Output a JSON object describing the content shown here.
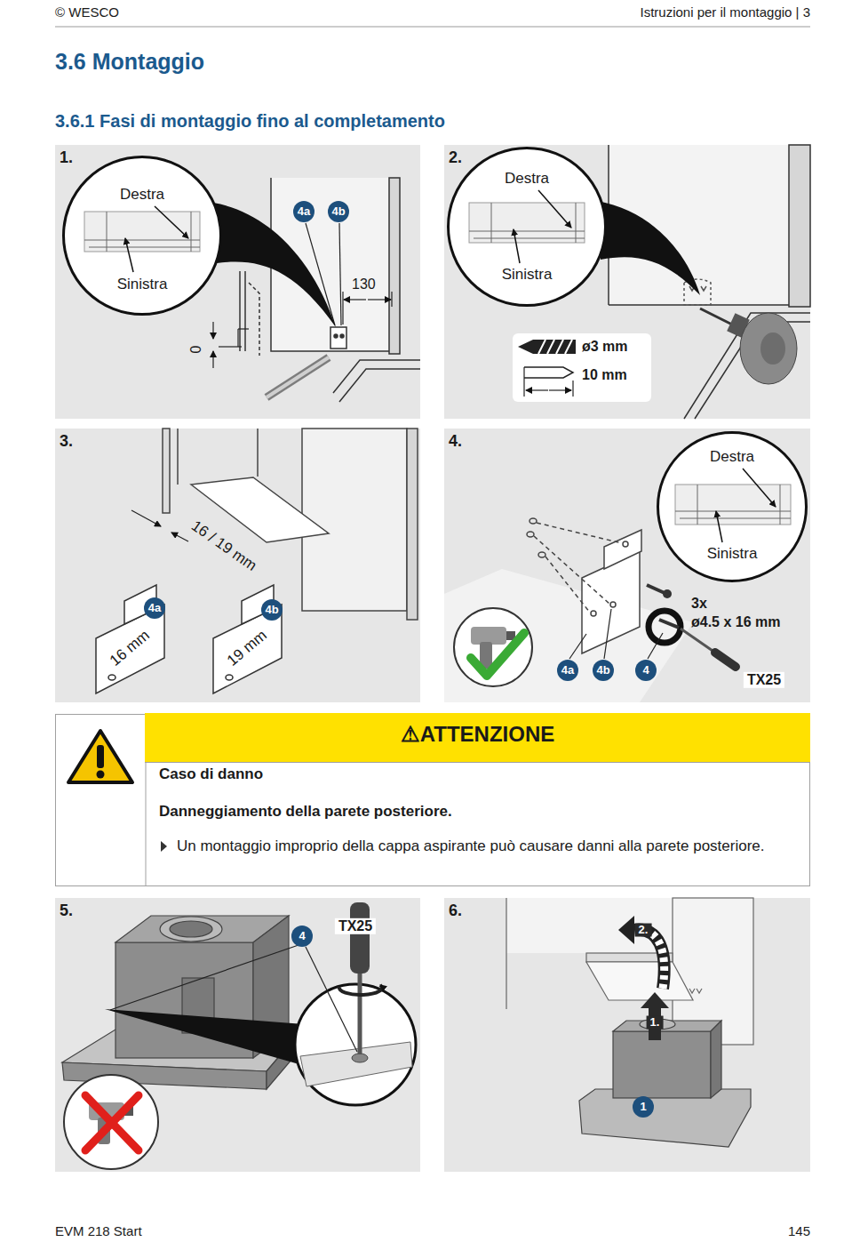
{
  "diagram": {
    "title": "3.6 Montaggio",
    "nodes": [
      {
        "text": [
          "1."
        ]
      },
      {
        "text": [
          "Destra",
          "Sinistra"
        ],
        "in": 0
      },
      {
        "text": [
          "4a"
        ],
        "in": 0
      },
      {
        "text": [
          "4b"
        ],
        "in": 0
      },
      {
        "text": [
          "2."
        ]
      },
      {
        "text": [
          "Destra",
          "Sinistra"
        ],
        "in": 4
      },
      {
        "text": [
          "3."
        ]
      },
      {
        "text": [
          "4a"
        ],
        "in": 6
      },
      {
        "text": [
          "4b"
        ],
        "in": 6
      },
      {
        "text": [
          "4."
        ]
      },
      {
        "text": [
          "Destra",
          "Sinistra"
        ],
        "in": 9
      },
      {
        "text": [
          "4a"
        ],
        "in": 9
      },
      {
        "text": [
          "4b"
        ],
        "in": 9
      },
      {
        "text": [
          "4"
        ],
        "in": 9
      },
      {
        "text": [
          "Caso di danno",
          "Danneggiamento della parete posteriore.",
          "Un montaggio improprio della cappa aspirante può causare danni alla parete posteriore."
        ]
      },
      {
        "text": [
          "⚠ATTENZIONE"
        ],
        "in": 14
      },
      {
        "text": [
          "5."
        ]
      },
      {
        "text": [
          "4"
        ],
        "in": 16
      },
      {
        "text": [
          "6."
        ]
      },
      {
        "text": [
          "1"
        ],
        "in": 18
      }
    ],
    "labels": [
      "© WESCO",
      "Istruzioni per il montaggio | 3",
      "3.6.1 Fasi di montaggio fino al completamento",
      "130",
      "0",
      "ø3 mm",
      "10 mm",
      "16 / 19 mm",
      "16 mm",
      "19 mm",
      "3x",
      "ø4.5 x 16 mm",
      "TX25",
      "TX25",
      "2.",
      "1.",
      "EVM 218 Start",
      "145"
    ]
  }
}
